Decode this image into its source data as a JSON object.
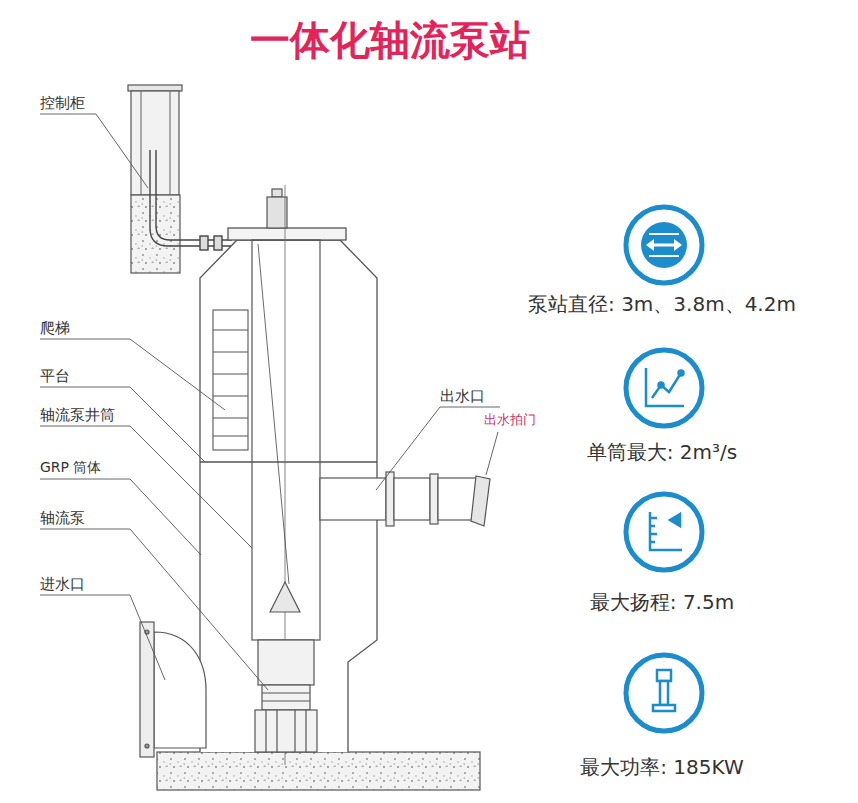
{
  "diagram": {
    "title": "一体化轴流泵站",
    "labels": [
      "控制柜",
      "爬梯",
      "平台",
      "轴流泵井筒",
      "GRP 筒体",
      "轴流泵",
      "进水口",
      "出水口",
      "出水拍门",
      "泵站直径: 3m、3.8m、4.2m",
      "单筒最大: 2m³/s",
      "最大扬程: 7.5m",
      "最大功率: 185KW"
    ]
  }
}
